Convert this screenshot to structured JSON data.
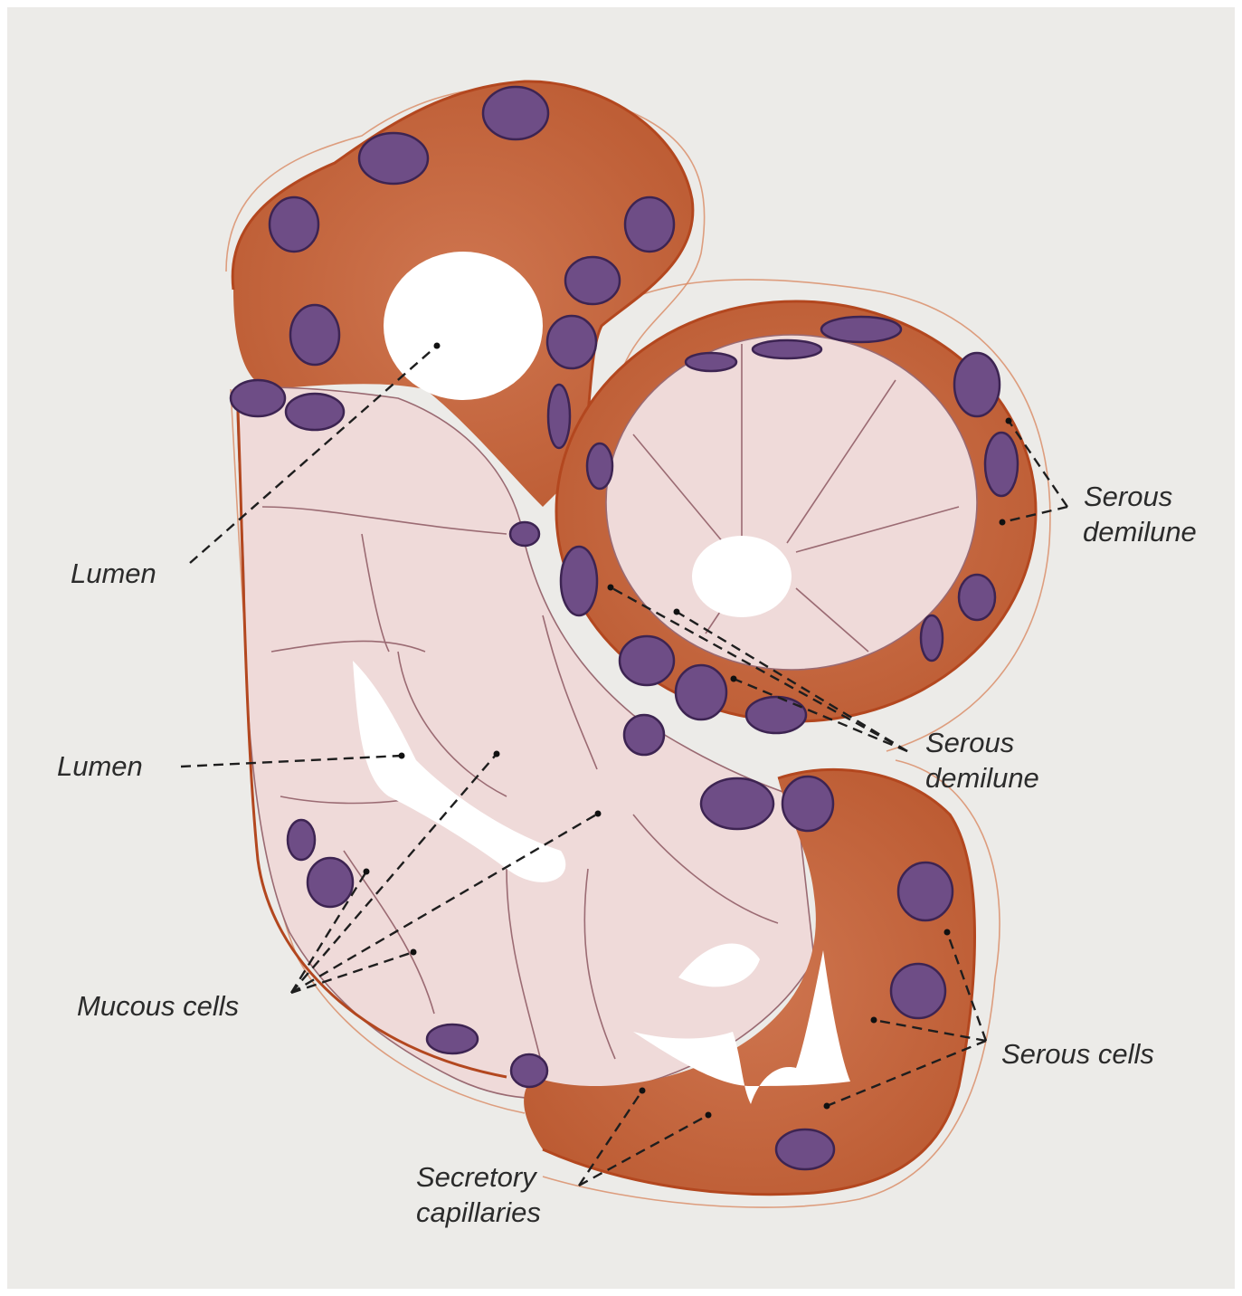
{
  "labels": {
    "lumen_top": "Lumen",
    "lumen_mid": "Lumen",
    "serous_demilune_right_l1": "Serous",
    "serous_demilune_right_l2": "demilune",
    "serous_demilune_mid_l1": "Serous",
    "serous_demilune_mid_l2": "demilune",
    "mucous_cells": "Mucous cells",
    "serous_cells": "Serous cells",
    "secretory_capillaries_l1": "Secretory",
    "secretory_capillaries_l2": "capillaries"
  },
  "colors": {
    "background": "#ecebe8",
    "serous_cytoplasm": "#c86a45",
    "mucous_cytoplasm": "#efdad9",
    "nucleus": "#6e4d86",
    "lumen": "#ffffff"
  }
}
